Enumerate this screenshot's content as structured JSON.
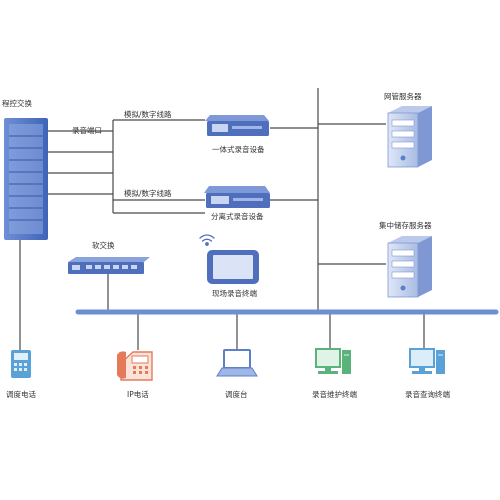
{
  "labels": {
    "pbx": "程控交换",
    "record_port": "录音端口",
    "analog_digital_1": "模拟/数字线路",
    "analog_digital_2": "模拟/数字线路",
    "integrated_recorder": "一体式录音设备",
    "distributed_recorder": "分离式录音设备",
    "onsite_terminal": "现场录音终端",
    "soft_switch": "软交换",
    "web_server": "网管服务器",
    "central_storage": "集中储存服务器",
    "dispatch_phone": "调度电话",
    "ip_phone": "IP电话",
    "dispatch_console": "调度台",
    "maintenance_terminal": "录音维护终端",
    "query_terminal": "录音查询终端"
  },
  "colors": {
    "line": "#4a4a4a",
    "bus": "#6e8fcf",
    "device_blue": "#5b7fc9",
    "device_light": "#9fb6e6",
    "phone_red": "#e57a5b",
    "terminal_green": "#59b37a",
    "terminal_blue": "#5aa1d8"
  }
}
